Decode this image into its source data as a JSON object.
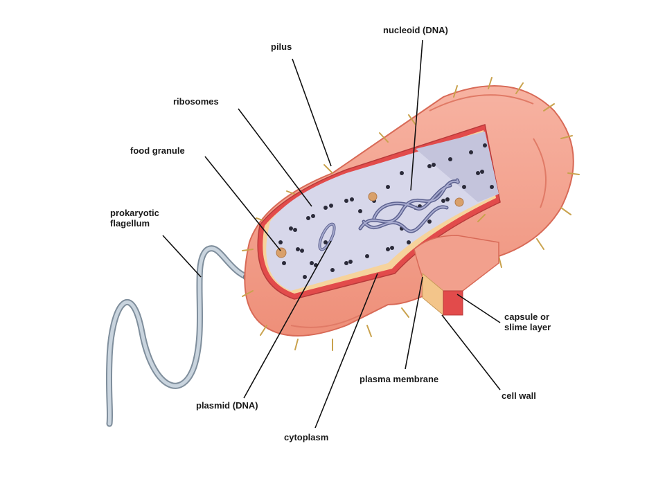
{
  "labels": {
    "nucleoid": "nucleoid (DNA)",
    "pilus": "pilus",
    "ribosomes": "ribosomes",
    "food_granule": "food granule",
    "flagellum_line1": "prokaryotic",
    "flagellum_line2": "flagellum",
    "capsule_line1": "capsule or",
    "capsule_line2": "slime layer",
    "plasma_membrane": "plasma membrane",
    "cell_wall": "cell wall",
    "plasmid": "plasmid (DNA)",
    "cytoplasm": "cytoplasm"
  },
  "colors": {
    "capsule": "#f29a86",
    "capsule_edge": "#d86a57",
    "cell_wall": "#e24b4b",
    "membrane": "#f3c58a",
    "cytoplasm": "#d7d7ea",
    "ribosome": "#2b2b3a",
    "food_granule": "#d9a06a",
    "flagellum": "#a9b8c6",
    "nucleoid": "#7d82a6"
  }
}
